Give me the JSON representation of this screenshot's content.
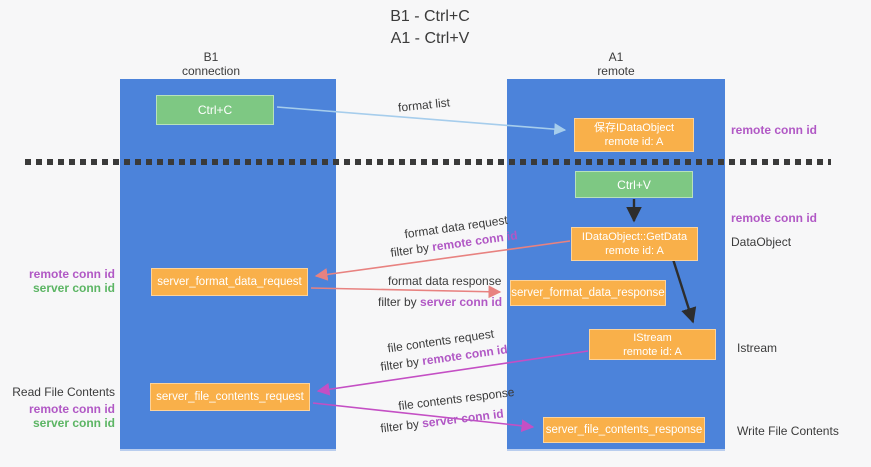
{
  "title": {
    "line1": "B1 - Ctrl+C",
    "line2": "A1 - Ctrl+V"
  },
  "columns": {
    "left": {
      "name": "B1",
      "role": "connection"
    },
    "right": {
      "name": "A1",
      "role": "remote"
    }
  },
  "nodes": {
    "ctrl_c": "Ctrl+C",
    "ctrl_v": "Ctrl+V",
    "save_dataobject": {
      "line1": "保存IDataObject",
      "line2": "remote id: A"
    },
    "getdata": {
      "line1": "IDataObject::GetData",
      "line2": "remote id: A"
    },
    "istream": {
      "line1": "IStream",
      "line2": "remote id: A"
    },
    "format_request": "server_format_data_request",
    "format_response": "server_format_data_response",
    "file_request": "server_file_contents_request",
    "file_response": "server_file_contents_response"
  },
  "edge_labels": {
    "format_list": "format list",
    "format_data_request": "format data request",
    "format_data_response": "format data response",
    "file_contents_request": "file contents request",
    "file_contents_response": "file contents response",
    "filter_by": "filter by ",
    "remote_conn_id": "remote conn id",
    "server_conn_id": "server conn id"
  },
  "side_labels": {
    "remote_conn_id": "remote conn id",
    "server_conn_id": "server conn id",
    "dataobject": "DataObject",
    "istream": "Istream",
    "read_file_contents": "Read File Contents",
    "write_file_contents": "Write File Contents"
  },
  "colors": {
    "column_blue": "#4c83da",
    "box_green": "#7ec883",
    "box_orange": "#f9b04a",
    "purple_text": "#b158c5",
    "green_text": "#5cb564",
    "arrow_light_blue": "#a6cdec",
    "arrow_black": "#2d2d2d",
    "arrow_red": "#e88280",
    "arrow_magenta": "#c44fc4",
    "dash_color": "#3a3a3a",
    "background": "#f7f7f8"
  }
}
